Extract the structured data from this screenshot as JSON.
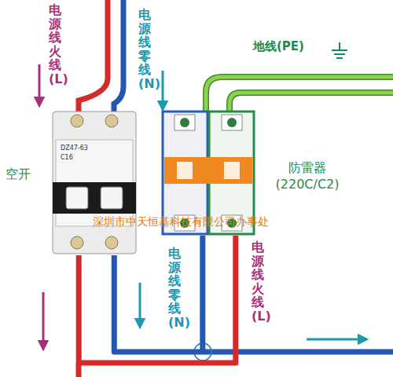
{
  "diagram": {
    "nodes": [
      {
        "text": [
          "空开",
          "DZ47-63",
          "C16"
        ]
      },
      {
        "text": [
          "防雷器 (220C/C2)"
        ]
      }
    ],
    "edges": [
      {
        "from": 0,
        "to": 1,
        "arrow": "none"
      },
      {
        "from": 0,
        "to": 1,
        "arrow": "none"
      }
    ],
    "labels": [
      "电源线火线(L)",
      "电源线零线(N)",
      "地线(PE)",
      "深圳市中天恒基科技有限公司办事处",
      "电源线零线(N)",
      "电源线火线(L)"
    ]
  }
}
